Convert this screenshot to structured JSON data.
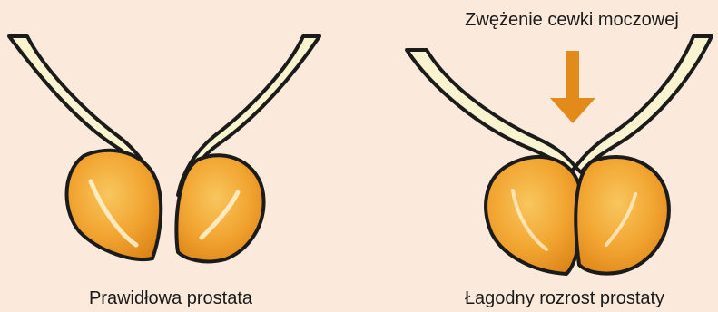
{
  "labels": {
    "normal": "Prawidłowa prostata",
    "bph": "Łagodny rozrost prostaty",
    "urethral_narrowing": "Zwężenie cewki moczowej"
  },
  "colors": {
    "background": "#fbeadb",
    "lobe_fill": "#f2a531",
    "lobe_light": "#f7c35c",
    "lobe_shade": "#d97f16",
    "arrow": "#e38b1a",
    "outline": "#1b1b1b",
    "urethra_fill": "#faf3cf"
  },
  "icons": {
    "arrow": "down-arrow-icon"
  }
}
